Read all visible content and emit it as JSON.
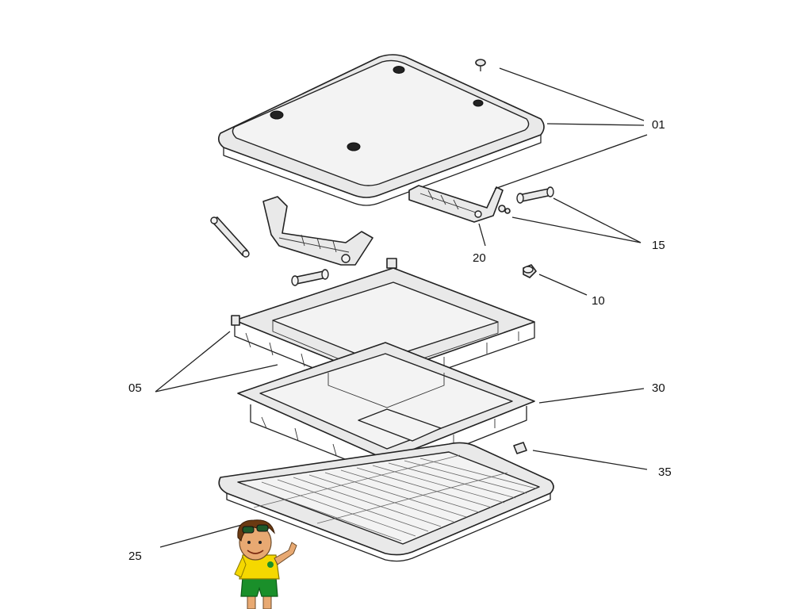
{
  "labels": {
    "l01": "01",
    "l15": "15",
    "l20": "20",
    "l10": "10",
    "l05": "05",
    "l30": "30",
    "l35": "35",
    "l25": "25"
  },
  "colors": {
    "line": "#222222",
    "fill": "#e9e9e9",
    "mascot_shirt": "#f5d800",
    "mascot_shorts": "#1a8f2a",
    "mascot_skin": "#e8a972",
    "mascot_hair": "#6b3a12"
  },
  "icons": {
    "mascot": "waving-boy-mascot"
  }
}
